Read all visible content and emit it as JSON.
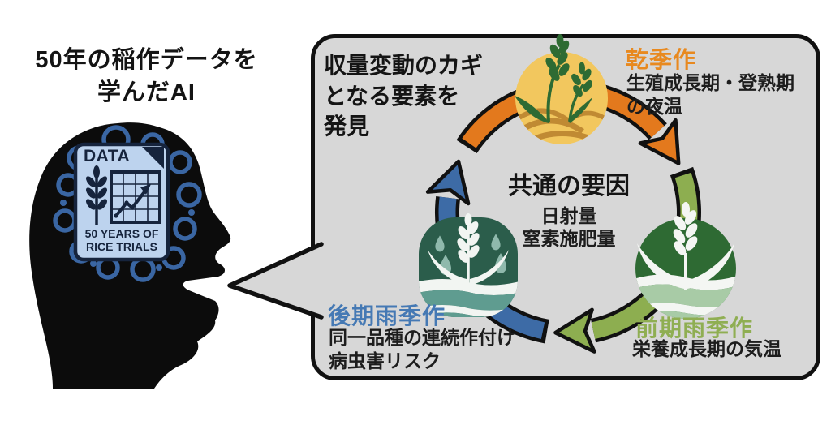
{
  "page": {
    "background": "#ffffff"
  },
  "ai_head": {
    "title": "50年の稲作データを\n学んだAI",
    "data_card": {
      "header": "DATA",
      "caption": "50 YEARS OF\nRICE TRIALS",
      "icons": [
        "wheat-icon",
        "growth-chart-icon",
        "folded-corner-icon"
      ]
    }
  },
  "bubble": {
    "title": "収量変動のカギ\nとなる要素を\n発見",
    "common": {
      "title": "共通の要因",
      "items": "日射量\n窒素施肥量"
    },
    "nodes": {
      "dry": {
        "label": "乾季作",
        "desc": "生殖成長期・登熟期\nの夜温",
        "color": "#e8891f",
        "icon": "dry-season-rice-icon"
      },
      "early_rainy": {
        "label": "前期雨季作",
        "desc": "栄養成長期の気温",
        "color": "#8fae52",
        "icon": "early-rainy-season-rice-icon"
      },
      "late_rainy": {
        "label": "後期雨季作",
        "desc": "同一品種の連続作付け\n病虫害リスク",
        "color": "#4579b4",
        "icon": "late-rainy-season-rice-icon"
      }
    },
    "cycle_arrows": {
      "dry_to_early": "#e3791d",
      "early_to_late": "#8dae50",
      "late_to_dry": "#3d6ba6"
    }
  },
  "colors": {
    "bubble_bg": "#d7d7d7",
    "outline": "#111111",
    "head_silhouette": "#0c0c0c",
    "brain_blue": "#3a66a3",
    "card_bg": "#bdd3ee",
    "card_navy": "#16243d",
    "dry_icon_yellow": "#f2c75e",
    "dry_icon_field": "#c08a33",
    "early_icon_green": "#2e6a33",
    "early_icon_wave": "#a8cba6",
    "late_icon_teal": "#2b5d4b",
    "late_icon_wave": "#5f9c90",
    "late_icon_drop": "#8fb9ac"
  }
}
